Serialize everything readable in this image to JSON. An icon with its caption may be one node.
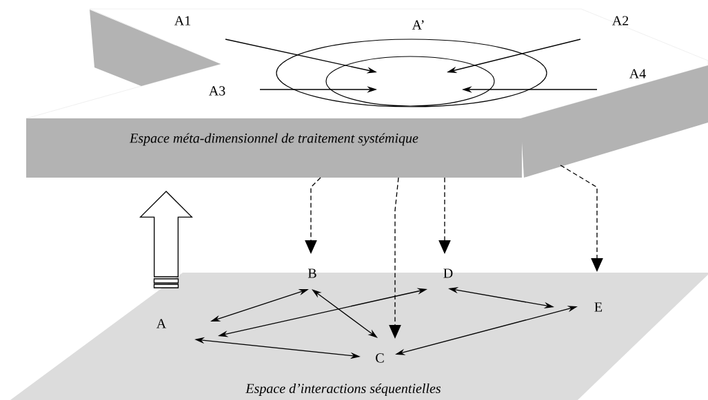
{
  "diagram": {
    "nodes": [
      {
        "text": [
          "Espace méta-dimensionnel de traitement systémique"
        ]
      },
      {
        "text": [
          "A1"
        ],
        "in": 0
      },
      {
        "text": [
          "A2"
        ],
        "in": 0
      },
      {
        "text": [
          "A3"
        ],
        "in": 0
      },
      {
        "text": [
          "A4"
        ],
        "in": 0
      },
      {
        "text": [
          "A’"
        ],
        "in": 0
      },
      {
        "text": [],
        "shape": "ellipse",
        "in": 5
      },
      {
        "text": [
          "Espace d’interactions séquentielles"
        ]
      },
      {
        "text": [
          "A"
        ],
        "in": 7
      },
      {
        "text": [
          "B"
        ],
        "in": 7
      },
      {
        "text": [
          "C"
        ],
        "in": 7
      },
      {
        "text": [
          "D"
        ],
        "in": 7
      },
      {
        "text": [
          "E"
        ],
        "in": 7
      }
    ],
    "edges": [
      {
        "from": 1,
        "to": 6,
        "arrow": "to"
      },
      {
        "from": 2,
        "to": 6,
        "arrow": "to"
      },
      {
        "from": 3,
        "to": 6,
        "arrow": "to"
      },
      {
        "from": 4,
        "to": 6,
        "arrow": "to"
      },
      {
        "from": 9,
        "to": 8,
        "arrow": "both"
      },
      {
        "from": 9,
        "to": 10,
        "arrow": "both"
      },
      {
        "from": 8,
        "to": 11,
        "arrow": "both"
      },
      {
        "from": 8,
        "to": 10,
        "arrow": "both"
      },
      {
        "from": 11,
        "to": 12,
        "arrow": "both"
      },
      {
        "from": 12,
        "to": 10,
        "arrow": "both"
      },
      {
        "from": 0,
        "to": 9,
        "arrow": "to",
        "style": "dashed"
      },
      {
        "from": 0,
        "to": 10,
        "arrow": "to",
        "style": "dashed"
      },
      {
        "from": 0,
        "to": 11,
        "arrow": "to",
        "style": "dashed"
      },
      {
        "from": 0,
        "to": 12,
        "arrow": "to",
        "style": "dashed"
      },
      {
        "from": 7,
        "to": 0,
        "arrow": "to",
        "style": "thick"
      }
    ]
  }
}
